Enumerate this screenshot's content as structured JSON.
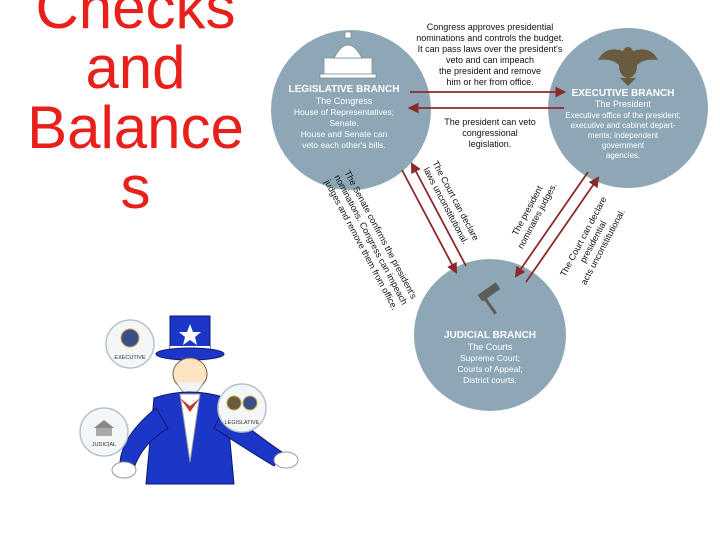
{
  "slide": {
    "title_lines": [
      "Checks",
      "and",
      "Balance",
      "s"
    ]
  },
  "branches": {
    "legislative": {
      "heading": "LEGISLATIVE BRANCH",
      "subtitle": "The Congress",
      "lines": [
        "House of Representatives;",
        "Senate.",
        "House and Senate can",
        "veto each other's bills."
      ]
    },
    "executive": {
      "heading": "EXECUTIVE BRANCH",
      "subtitle": "The President",
      "lines": [
        "Executive office of the president;",
        "executive and cabinet depart-",
        "ments; independent",
        "government",
        "agencies."
      ]
    },
    "judicial": {
      "heading": "JUDICIAL BRANCH",
      "subtitle": "The Courts",
      "lines": [
        "Supreme Court;",
        "Courts of Appeal;",
        "District courts."
      ]
    }
  },
  "checks": {
    "congress_top": [
      "Congress approves presidential",
      "nominations and controls the budget.",
      "It can pass laws over the president's",
      "veto and can impeach",
      "the president and remove",
      "him or her from office."
    ],
    "president_veto": [
      "The president can veto",
      "congressional",
      "legislation."
    ],
    "court_laws": [
      "The Court can declare",
      "laws unconstitutional."
    ],
    "senate_judges": [
      "The Senate confirms the president's",
      "nominations. Congress can impeach",
      "judges and remove them from office."
    ],
    "president_judges": [
      "The president",
      "nominates judges."
    ],
    "court_president": [
      "The Court can declare",
      "presidential",
      "acts unconstitutional."
    ]
  },
  "clipart": {
    "badges": [
      "EXECUTIVE",
      "LEGISLATIVE",
      "JUDICIAL"
    ]
  },
  "colors": {
    "title": "#e8201c",
    "circle": "#8ea7b6",
    "circle_text": "#ffffff",
    "arrow": "#8b2a2a",
    "uncle_blue": "#1c36c8"
  }
}
